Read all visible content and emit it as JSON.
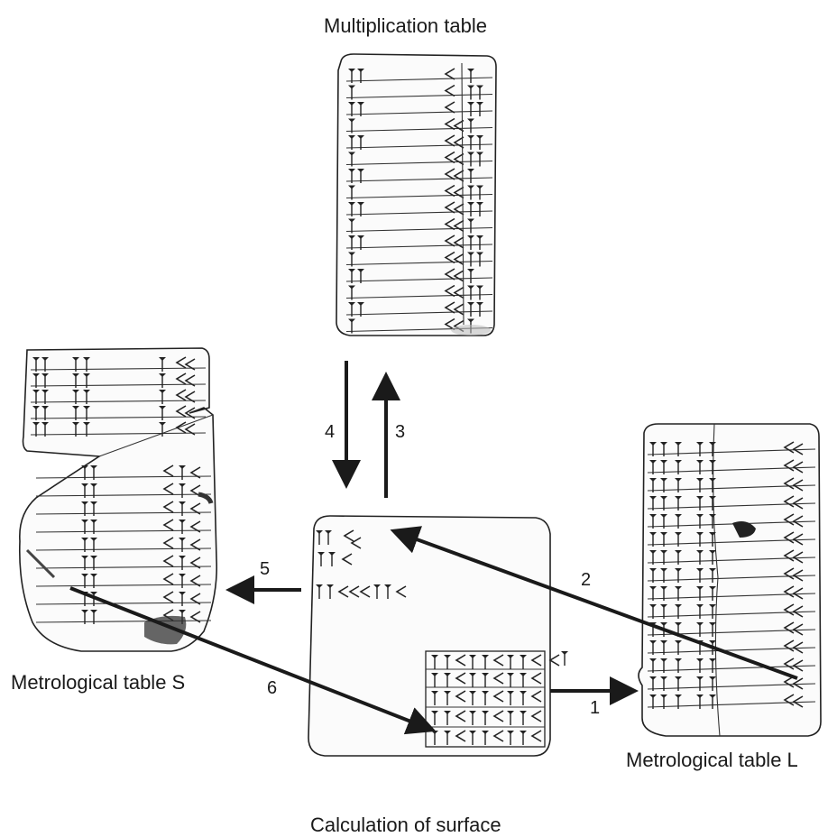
{
  "labels": {
    "multiplication": "Multiplication table",
    "metro_s": "Metrological table S",
    "metro_l": "Metrological table L",
    "calculation": "Calculation of surface"
  },
  "arrows": {
    "a1": "1",
    "a2": "2",
    "a3": "3",
    "a4": "4",
    "a5": "5",
    "a6": "6"
  }
}
